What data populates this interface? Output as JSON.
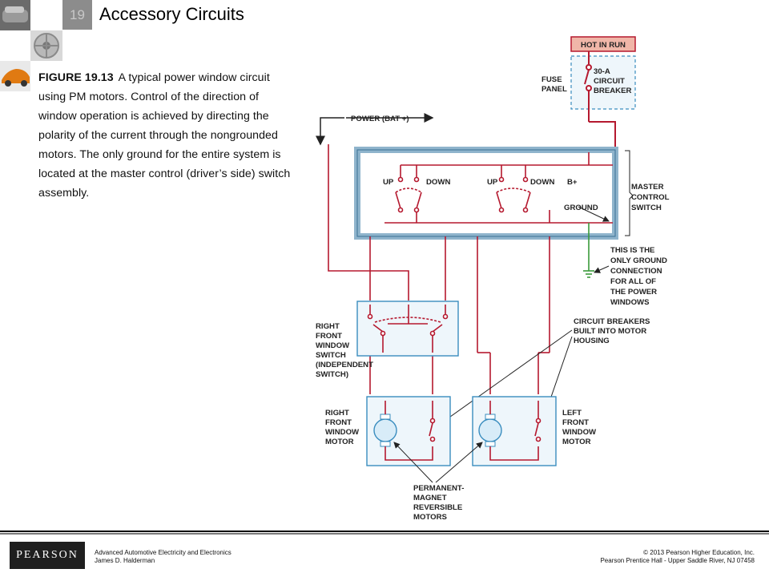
{
  "slide": {
    "chapter_number": "19",
    "title": "Accessory Circuits",
    "caption_figure": "FIGURE 19.13",
    "caption_text": "A typical power window circuit using PM motors. Control of the direction of window operation is achieved by directing the polarity of the current through the nongrounded motors. The only ground for the entire system is located at the master control (driver’s side) switch assembly."
  },
  "diagram": {
    "hot_in_run": "HOT IN RUN",
    "fuse_panel": [
      "FUSE",
      "PANEL"
    ],
    "circuit_breaker_30a": [
      "30-A",
      "CIRCUIT",
      "BREAKER"
    ],
    "power_bat": "POWER (BAT +)",
    "up_1": "UP",
    "down_1": "DOWN",
    "up_2": "UP",
    "down_2": "DOWN",
    "b_plus": "B+",
    "ground": "GROUND",
    "master_control_switch": [
      "MASTER",
      "CONTROL",
      "SWITCH"
    ],
    "only_ground": [
      "THIS IS THE",
      "ONLY GROUND",
      "CONNECTION",
      "FOR ALL OF",
      "THE POWER",
      "WINDOWS"
    ],
    "right_front_window_switch": [
      "RIGHT",
      "FRONT",
      "WINDOW",
      "SWITCH",
      "(INDEPENDENT",
      "SWITCH)"
    ],
    "circuit_breakers_motor": [
      "CIRCUIT BREAKERS",
      "BUILT INTO MOTOR",
      "HOUSING"
    ],
    "right_front_window_motor": [
      "RIGHT",
      "FRONT",
      "WINDOW",
      "MOTOR"
    ],
    "left_front_window_motor": [
      "LEFT",
      "FRONT",
      "WINDOW",
      "MOTOR"
    ],
    "pm_reversible_motors": [
      "PERMANENT-",
      "MAGNET",
      "REVERSIBLE",
      "MOTORS"
    ],
    "colors": {
      "wire": "#b5192f",
      "housing": "#3a8dbf",
      "ground_wire": "#3a9a3a",
      "label_box": "#f0b6a8"
    }
  },
  "footer": {
    "logo": "PEARSON",
    "book_title": "Advanced Automotive Electricity and Electronics",
    "author": "James D. Halderman",
    "copyright": "© 2013 Pearson Higher Education, Inc.",
    "publisher": "Pearson Prentice Hall - Upper Saddle River, NJ 07458"
  }
}
